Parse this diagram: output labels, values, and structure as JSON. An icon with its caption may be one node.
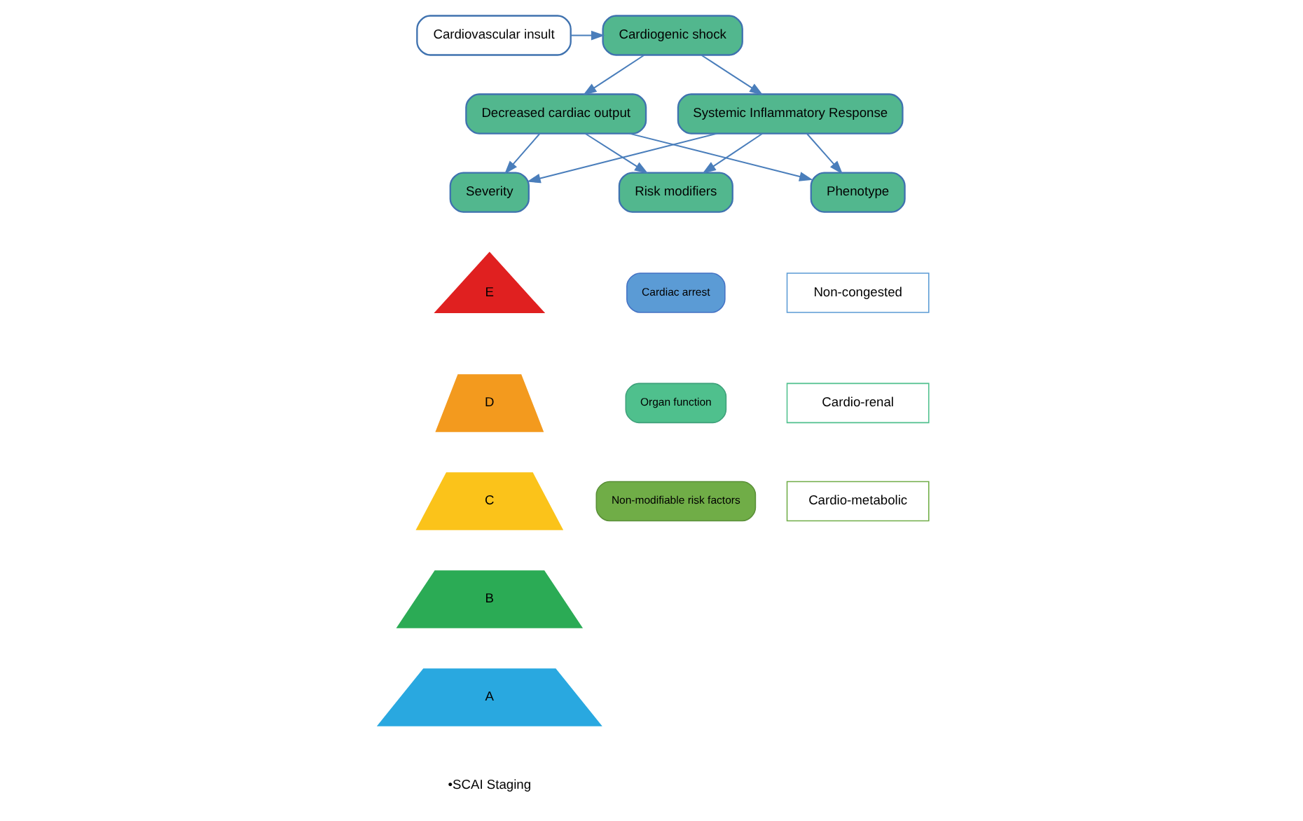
{
  "diagram": {
    "nodes": [
      {
        "text": [
          "Cardiovascular insult"
        ]
      },
      {
        "text": [
          "Cardiogenic shock"
        ]
      },
      {
        "text": [
          "Decreased cardiac output"
        ]
      },
      {
        "text": [
          "Systemic Inflammatory Response"
        ]
      },
      {
        "text": [
          "Severity"
        ]
      },
      {
        "text": [
          "Risk modifiers"
        ]
      },
      {
        "text": [
          "Phenotype"
        ]
      },
      {
        "text": [
          "E"
        ]
      },
      {
        "text": [
          "D"
        ]
      },
      {
        "text": [
          "C"
        ]
      },
      {
        "text": [
          "B"
        ]
      },
      {
        "text": [
          "A"
        ]
      },
      {
        "text": [
          "Cardiac arrest"
        ]
      },
      {
        "text": [
          "Organ function"
        ]
      },
      {
        "text": [
          "Non-modifiable risk factors"
        ]
      },
      {
        "text": [
          "Non-congested"
        ]
      },
      {
        "text": [
          "Cardio-renal"
        ]
      },
      {
        "text": [
          "Cardio-metabolic"
        ]
      }
    ],
    "edges": [
      {
        "from": 0,
        "to": 1,
        "arrow": "to"
      },
      {
        "from": 1,
        "to": 2,
        "arrow": "to"
      },
      {
        "from": 1,
        "to": 3,
        "arrow": "to"
      },
      {
        "from": 2,
        "to": 4,
        "arrow": "to"
      },
      {
        "from": 2,
        "to": 5,
        "arrow": "to"
      },
      {
        "from": 2,
        "to": 6,
        "arrow": "to"
      },
      {
        "from": 3,
        "to": 4,
        "arrow": "to"
      },
      {
        "from": 3,
        "to": 5,
        "arrow": "to"
      },
      {
        "from": 3,
        "to": 6,
        "arrow": "to"
      }
    ],
    "labels": [
      "•SCAI Staging"
    ]
  }
}
